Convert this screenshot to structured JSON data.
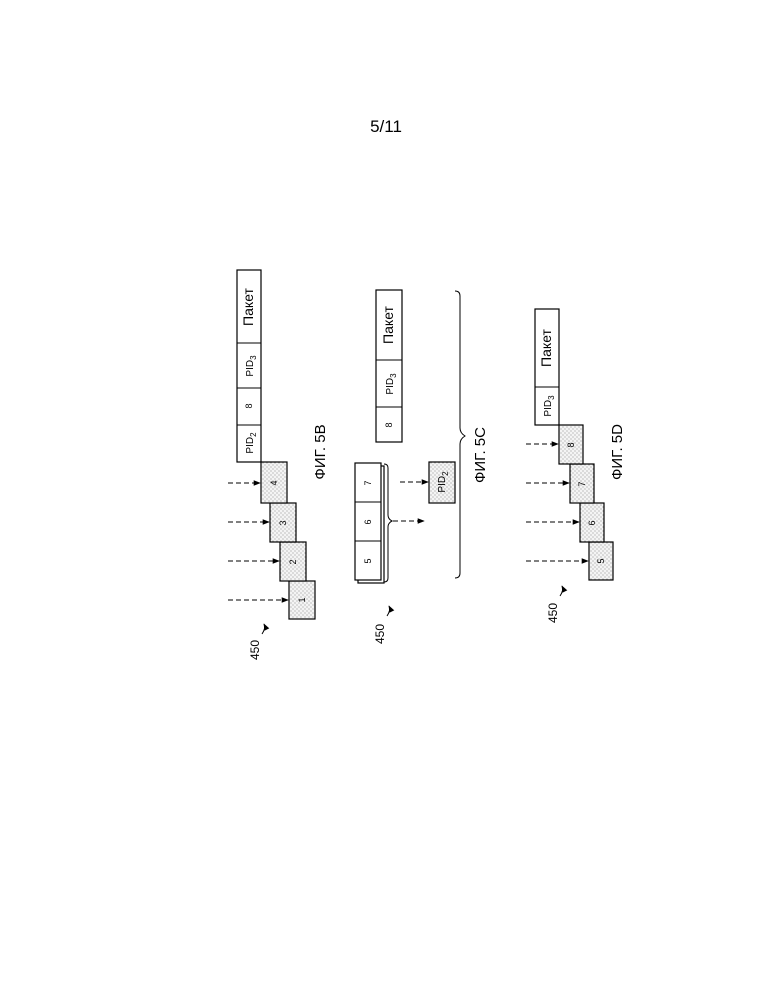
{
  "page_number": "5/11",
  "labels": {
    "packet": "Пакет",
    "pid": "PID",
    "sub2": "2",
    "sub3": "3",
    "ref": "450"
  },
  "fig5b": {
    "caption": "ФИГ. 5В",
    "shaded_packets": [
      "1",
      "2",
      "3",
      "4"
    ],
    "stream_seq": "8"
  },
  "fig5c": {
    "caption": "ФИГ. 5С",
    "buffer_packets": [
      "5",
      "6",
      "7"
    ],
    "stream_seq": "8"
  },
  "fig5d": {
    "caption": "ФИГ. 5D",
    "shaded_packets": [
      "5",
      "6",
      "7",
      "8"
    ]
  }
}
